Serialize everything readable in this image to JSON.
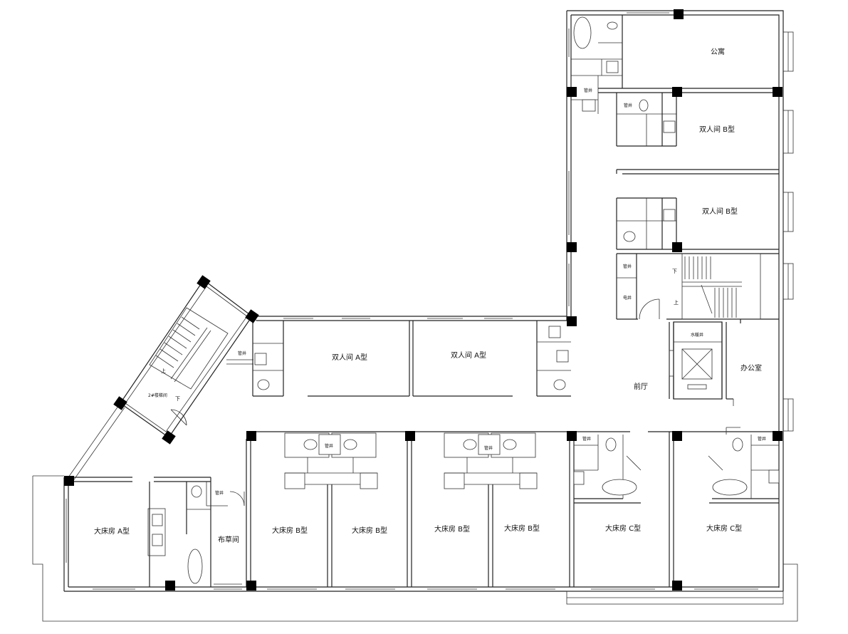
{
  "rooms": {
    "apartment": "公寓",
    "twin_b_1": "双人间 B型",
    "twin_b_2": "双人间 B型",
    "twin_a_1": "双人间 A型",
    "twin_a_2": "双人间 A型",
    "lobby": "前厅",
    "office": "办公室",
    "water_shaft": "水暖井",
    "linen_room": "布草间",
    "king_a": "大床房 A型",
    "king_b_1": "大床房 B型",
    "king_b_2": "大床房 B型",
    "king_b_3": "大床房 B型",
    "king_b_4": "大床房 B型",
    "king_c_1": "大床房 C型",
    "king_c_2": "大床房 C型"
  },
  "stairs": {
    "stair2_name": "2#楼梯间",
    "up": "上",
    "down": "下",
    "up_2": "上",
    "down_2": "下"
  },
  "shafts": {
    "pipe": "管井",
    "electric": "电井"
  }
}
